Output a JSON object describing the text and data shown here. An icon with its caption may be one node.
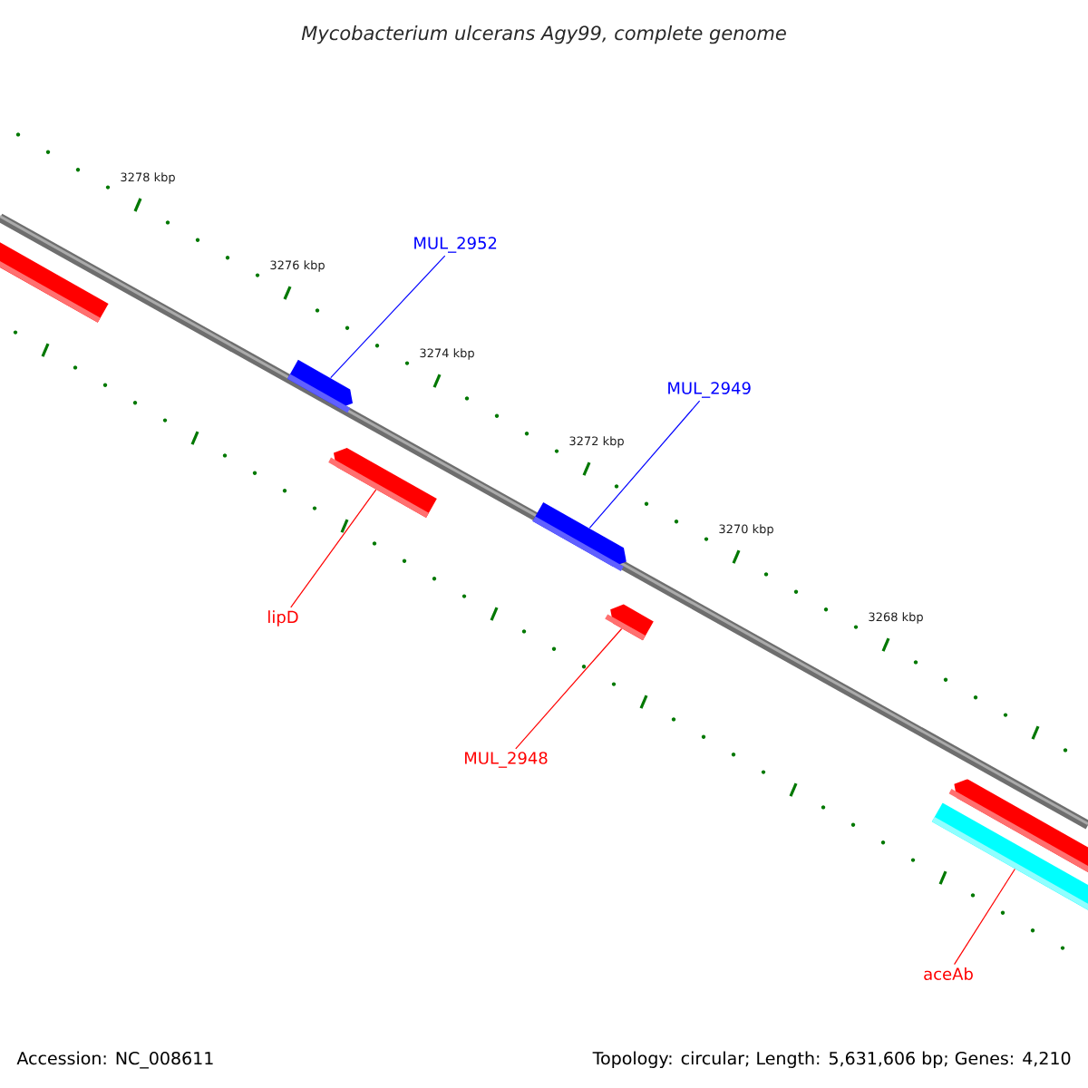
{
  "diagram": {
    "title": "Mycobacterium ulcerans Agy99, complete genome",
    "nodes": [
      {
        "text": [],
        "shape": "bar"
      },
      {
        "text": [
          "MUL_2952"
        ]
      },
      {
        "text": [],
        "shape": "bar"
      },
      {
        "text": [],
        "shape": "bar"
      },
      {
        "text": [
          "MUL_2949"
        ]
      },
      {
        "text": [],
        "shape": "bar"
      },
      {
        "text": [
          "lipD"
        ]
      },
      {
        "text": [],
        "shape": "bar"
      },
      {
        "text": [
          "MUL_2948"
        ]
      },
      {
        "text": [],
        "shape": "bar"
      },
      {
        "text": [],
        "shape": "bar"
      },
      {
        "text": [
          "aceAb"
        ]
      }
    ],
    "edges": [
      {
        "from": 1,
        "to": 2,
        "arrow": "none",
        "color": "#0000ff"
      },
      {
        "from": 4,
        "to": 5,
        "arrow": "none",
        "color": "#0000ff"
      },
      {
        "from": 6,
        "to": 3,
        "arrow": "none",
        "color": "#ff0000"
      },
      {
        "from": 8,
        "to": 7,
        "arrow": "none",
        "color": "#ff0000"
      },
      {
        "from": 11,
        "to": 10,
        "arrow": "none",
        "color": "#ff0000"
      }
    ],
    "labels": [
      "3278 kbp",
      "3276 kbp",
      "3274 kbp",
      "3272 kbp",
      "3270 kbp",
      "3268 kbp",
      "Accession: NC_008611",
      "Topology: circular; Length: 5,631,606 bp; Genes: 4,210"
    ]
  }
}
